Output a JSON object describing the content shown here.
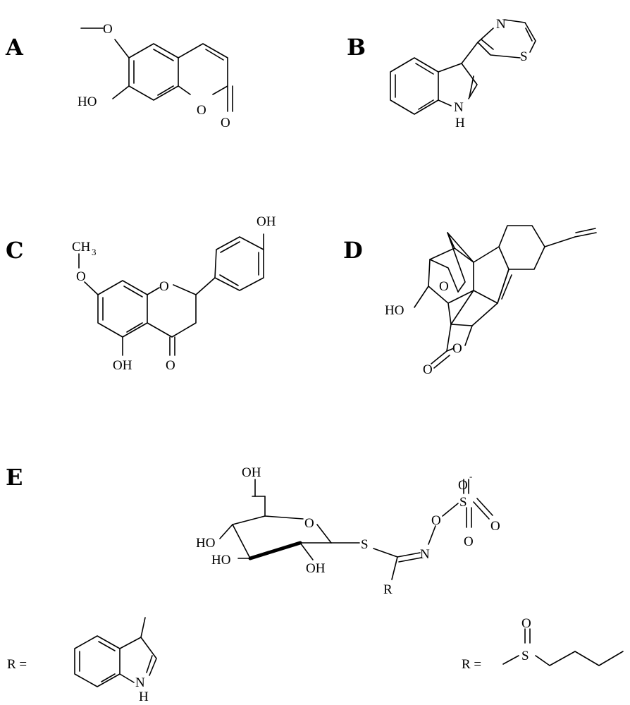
{
  "panels": {
    "a": {
      "label": "A",
      "atoms": {
        "o_methoxy": "O",
        "hydroxyl": "HO",
        "o_ring": "O",
        "o_carbonyl": "O"
      }
    },
    "b": {
      "label": "B",
      "atoms": {
        "n_thiazole": "N",
        "s_thiazole": "S",
        "n_indole": "N",
        "h_indole": "H"
      }
    },
    "c": {
      "label": "C",
      "atoms": {
        "hydroxyl_top": "OH",
        "methyl": "CH",
        "methyl_sub": "3",
        "o_methoxy": "O",
        "o_ring": "O",
        "hydroxyl_bottom": "OH",
        "o_carbonyl": "O"
      }
    },
    "d": {
      "label": "D",
      "atoms": {
        "o_bridge": "O",
        "hydroxyl": "HO",
        "o_lactone": "O",
        "o_carbonyl": "O"
      }
    },
    "e": {
      "label": "E",
      "atoms": {
        "oh_top": "OH",
        "ho_left": "HO",
        "ho_lower": "HO",
        "oh_lower": "OH",
        "o_ring": "O",
        "s_thio": "S",
        "n_oxime": "N",
        "o_oxime": "O",
        "s_sulfate": "S",
        "o_sulfate_top": "O",
        "charge": "-",
        "o_sulfate_right": "O",
        "o_sulfate_bottom": "O",
        "r_group": "R"
      },
      "r_left": {
        "prefix": "R =",
        "n": "N",
        "h": "H"
      },
      "r_right": {
        "prefix": "R =",
        "s": "S",
        "o": "O"
      }
    }
  }
}
